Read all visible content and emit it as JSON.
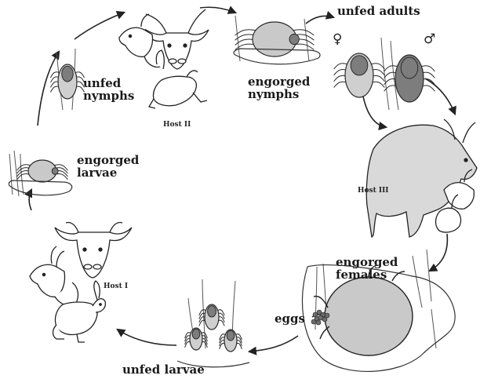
{
  "labels": {
    "unfed_nymphs": [
      "unfed",
      "nymphs"
    ],
    "engorged_larvae": [
      "engorged",
      "larvae"
    ],
    "engorged_nymphs": [
      "engorged",
      "nymphs"
    ],
    "unfed_adults": "unfed adults",
    "engorged_females": [
      "engorged",
      "females"
    ],
    "eggs": "eggs",
    "unfed_larvae": "unfed larvae"
  },
  "hosts": {
    "host_1": "Host I",
    "host_2": "Host II",
    "host_3": "Host III"
  },
  "symbols": {
    "female": "♀",
    "male": "♂"
  },
  "colors": {
    "tick_body_light": "#cfcfcf",
    "tick_body_dark": "#7d7d7d",
    "engorged_fill": "#c9c9c9",
    "ink": "#2a2a2a"
  }
}
